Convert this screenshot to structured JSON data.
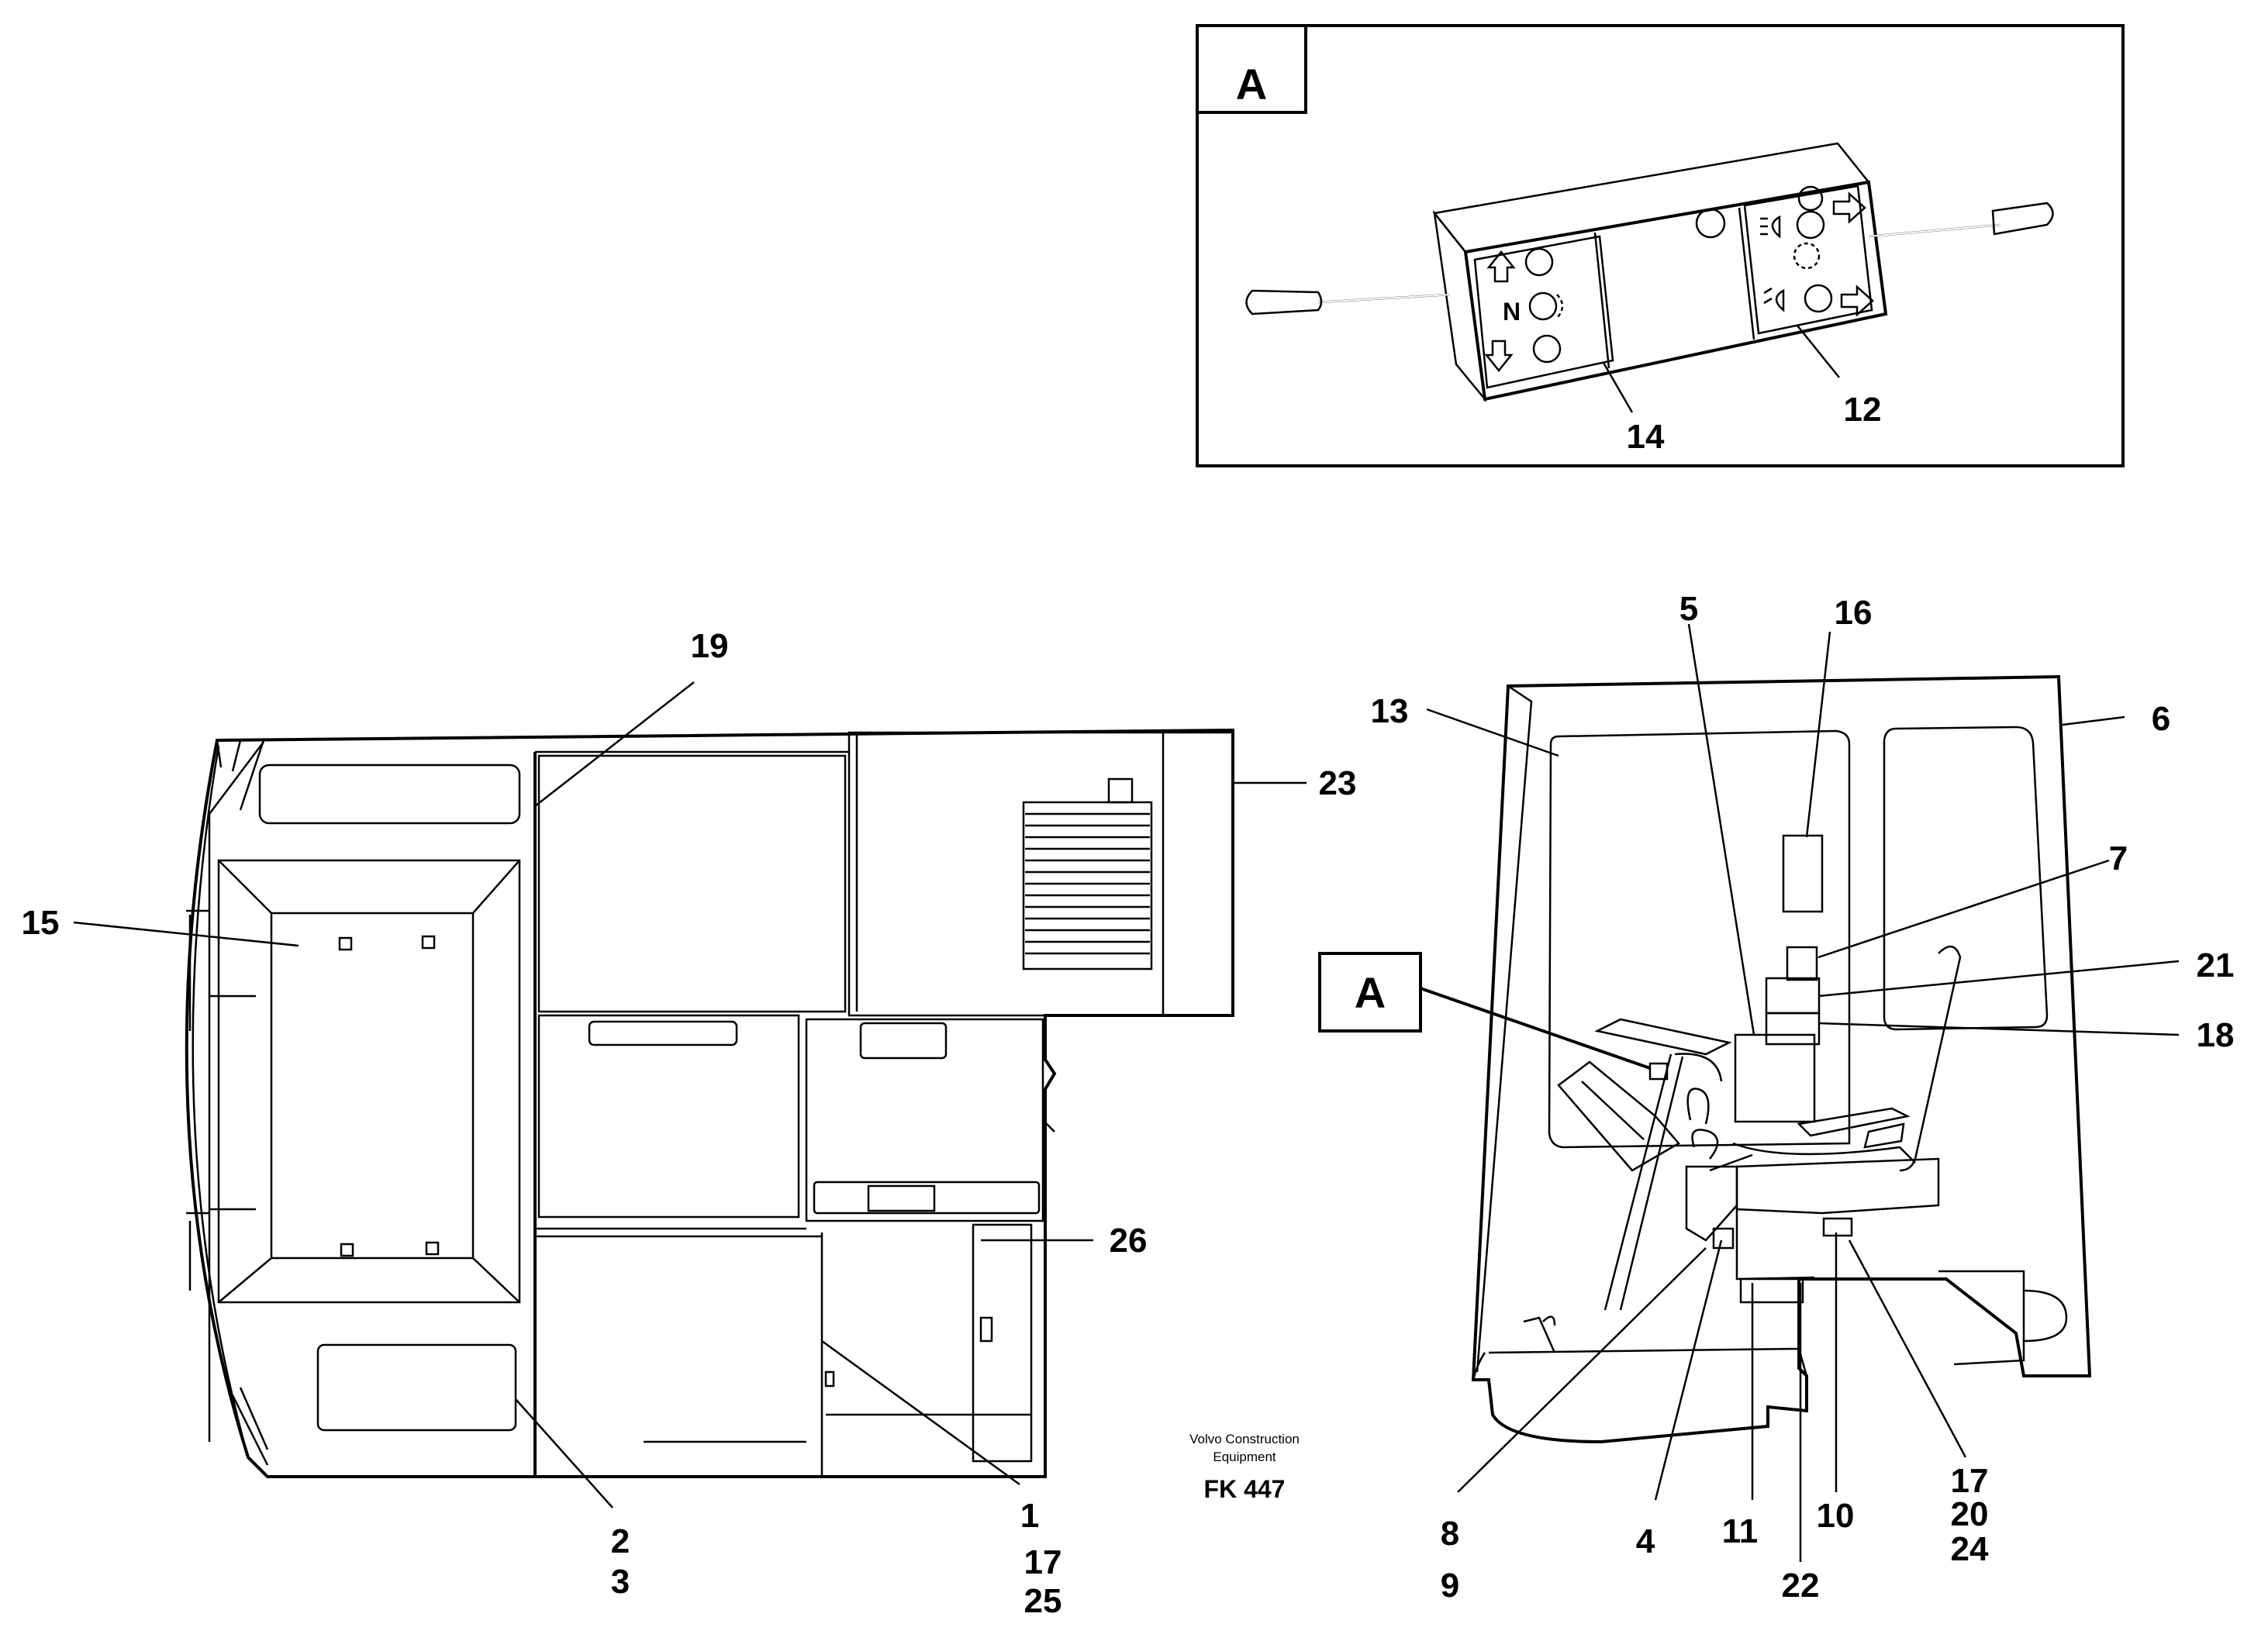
{
  "detail_view": {
    "label": "A",
    "callouts": {
      "c14": "14",
      "c12": "12"
    },
    "symbols": {
      "neutral": "N"
    }
  },
  "top_view": {
    "callouts": {
      "c19": "19",
      "c15": "15",
      "c23": "23",
      "c26": "26",
      "c2": "2",
      "c3": "3",
      "c1": "1",
      "c17": "17",
      "c25": "25"
    }
  },
  "side_view": {
    "ref_label": "A",
    "callouts": {
      "c5": "5",
      "c16": "16",
      "c13": "13",
      "c6": "6",
      "c7": "7",
      "c21": "21",
      "c18": "18",
      "c8": "8",
      "c9": "9",
      "c4": "4",
      "c11": "11",
      "c22": "22",
      "c10": "10",
      "c17": "17",
      "c20": "20",
      "c24": "24"
    }
  },
  "credits": {
    "company_line1": "Volvo Construction",
    "company_line2": "Equipment",
    "figure_code": "FK 447"
  }
}
